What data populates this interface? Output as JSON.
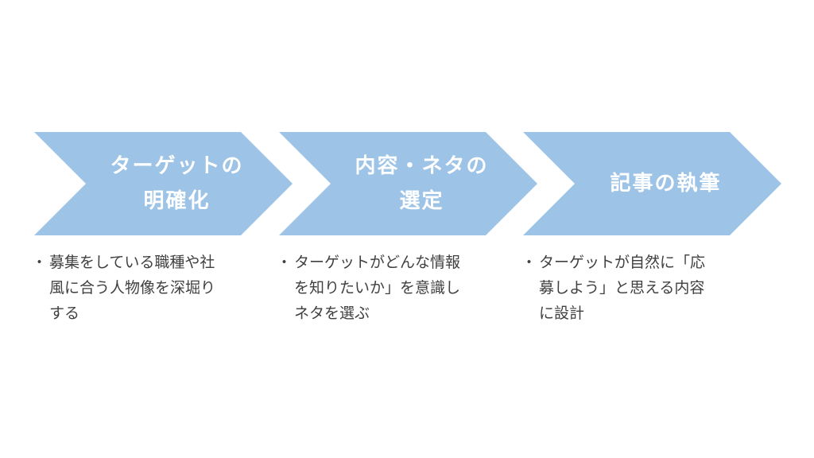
{
  "colors": {
    "chevron_fill": "#9dc3e6",
    "label_text": "#ffffff",
    "body_text": "#404040",
    "background": "#ffffff"
  },
  "steps": [
    {
      "label": "ターゲットの\n明確化",
      "bullet": "・",
      "description": "募集をしている職種や社\n風に合う人物像を深堀り\nする"
    },
    {
      "label": "内容・ネタの\n選定",
      "bullet": "・",
      "description": "ターゲットがどんな情報\nを知りたいか」を意識し\nネタを選ぶ"
    },
    {
      "label": "記事の執筆",
      "bullet": "・",
      "description": "ターゲットが自然に「応\n募しよう」と思える内容\nに設計"
    }
  ]
}
